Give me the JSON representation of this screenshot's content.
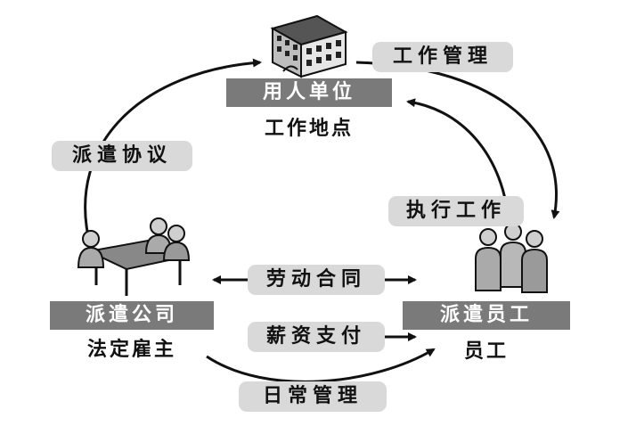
{
  "nodes": {
    "employer": {
      "label": "用人单位",
      "sub": "工作地点",
      "icon": "office-building-icon"
    },
    "agency": {
      "label": "派遣公司",
      "sub": "法定雇主",
      "icon": "meeting-table-icon"
    },
    "employee": {
      "label": "派遣员工",
      "sub": "员工",
      "icon": "people-group-icon"
    }
  },
  "edges": {
    "dispatch_agreement": "派遣协议",
    "work_management": "工作管理",
    "execute_work": "执行工作",
    "labor_contract": "劳动合同",
    "salary_payment": "薪资支付",
    "daily_management": "日常管理"
  },
  "colors": {
    "label_bar": "#7a7a7a",
    "edge_pill": "#d9d9d9",
    "stroke": "#111111"
  }
}
